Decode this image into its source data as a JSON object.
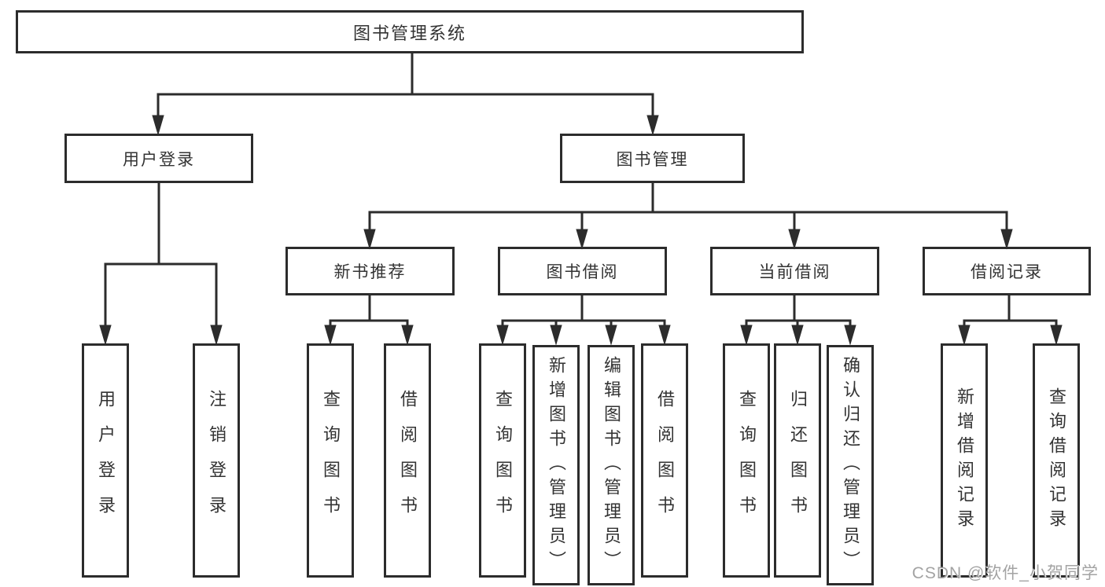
{
  "diagram": {
    "root": {
      "label": "图书管理系统"
    },
    "level2": [
      {
        "label": "用户登录"
      },
      {
        "label": "图书管理"
      }
    ],
    "level3": [
      {
        "label": "新书推荐"
      },
      {
        "label": "图书借阅"
      },
      {
        "label": "当前借阅"
      },
      {
        "label": "借阅记录"
      }
    ],
    "leaves": [
      {
        "label": "用户登录"
      },
      {
        "label": "注销登录"
      },
      {
        "label": "查询图书"
      },
      {
        "label": "借阅图书"
      },
      {
        "label": "查询图书"
      },
      {
        "label": "新增图书（管理员）"
      },
      {
        "label": "编辑图书（管理员）"
      },
      {
        "label": "借阅图书"
      },
      {
        "label": "查询图书"
      },
      {
        "label": "归还图书"
      },
      {
        "label": "确认归还（管理员）"
      },
      {
        "label": "新增借阅记录"
      },
      {
        "label": "查询借阅记录"
      }
    ],
    "colors": {
      "line": "#2c2c2c",
      "box_border": "#2c2c2c",
      "text": "#333333",
      "box_fill": "#ffffff",
      "background": "#ffffff"
    }
  },
  "watermark": {
    "text": "CSDN @软件_小贺同学",
    "color": "#a3a3a3"
  }
}
